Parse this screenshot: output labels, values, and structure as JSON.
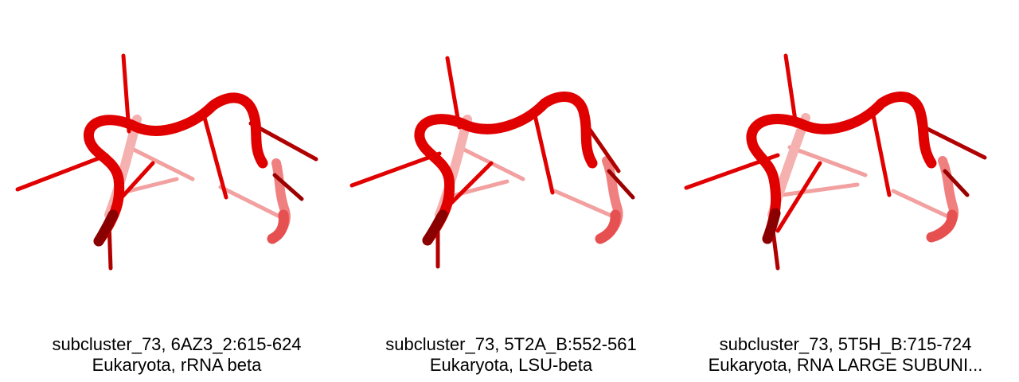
{
  "panels": [
    {
      "line1": "subcluster_73, 6AZ3_2:615-624",
      "line2": "Eukaryota, rRNA beta"
    },
    {
      "line1": "subcluster_73, 5T2A_B:552-561",
      "line2": "Eukaryota, LSU-beta"
    },
    {
      "line1": "subcluster_73, 5T5H_B:715-724",
      "line2": "Eukaryota, RNA LARGE SUBUNI..."
    }
  ],
  "colors": {
    "strand": "#e00000",
    "strand_dark": "#8a0000",
    "faded": "#f2a0a0"
  }
}
